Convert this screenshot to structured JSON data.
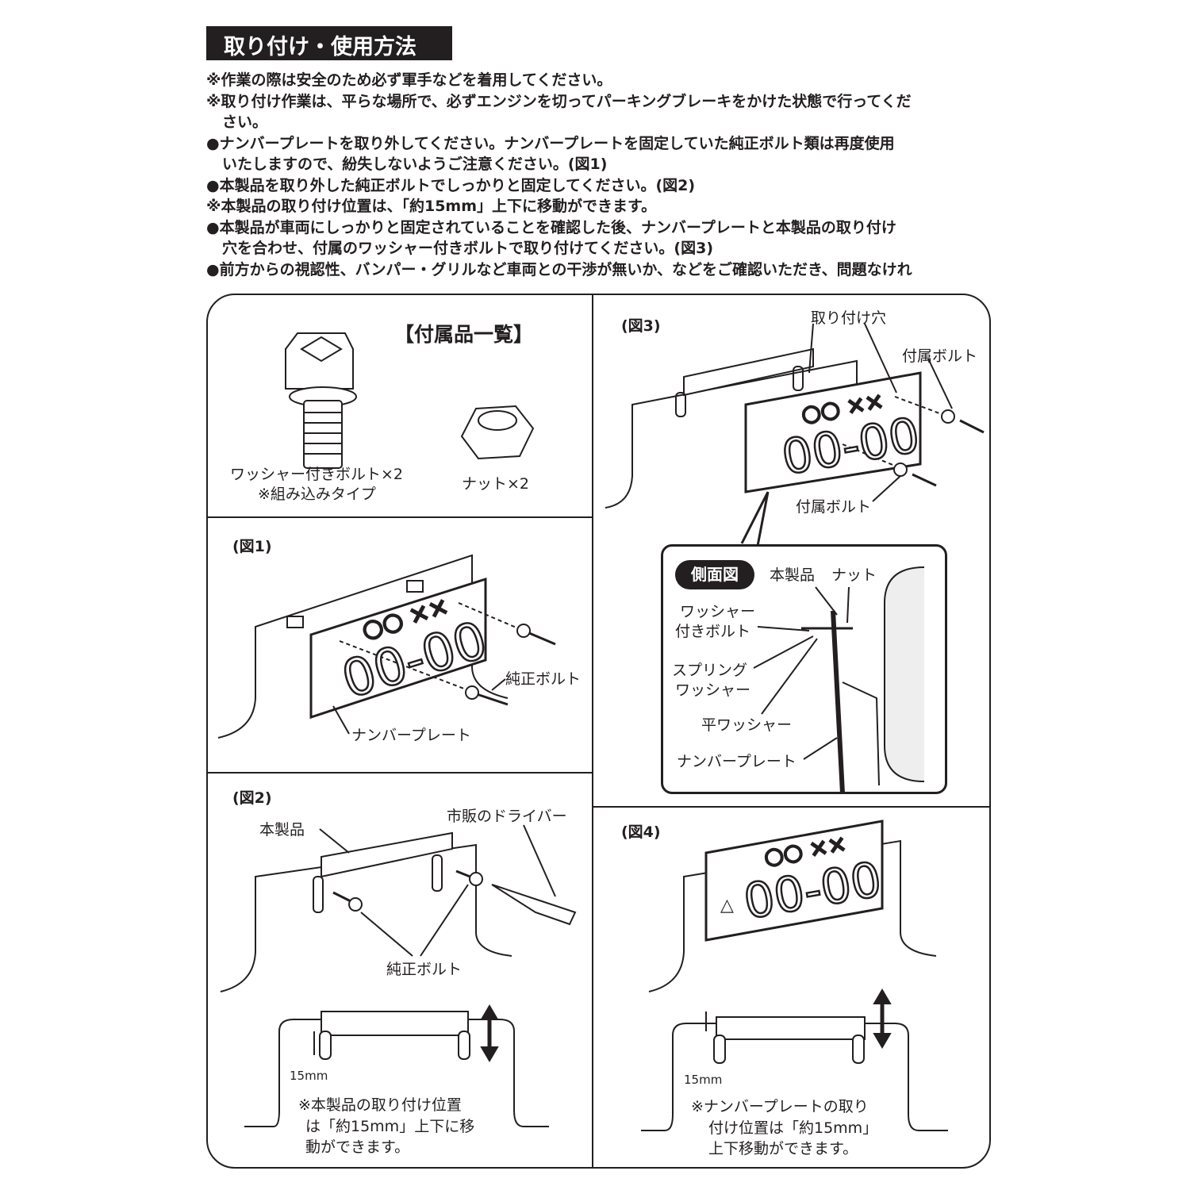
{
  "title": "取り付け・使用方法",
  "instructions": [
    "※作業の際は安全のため必ず軍手などを着用してください。",
    "※取り付け作業は、平らな場所で、必ずエンジンを切ってパーキングブレーキをかけた状態で行ってくだ",
    "さい。",
    "●ナンバープレートを取り外してください。ナンバープレートを固定していた純正ボルト類は再度使用",
    "いたしますので、紛失しないようご注意ください。(図1)",
    "●本製品を取り外した純正ボルトでしっかりと固定してください。(図2)",
    "※本製品の取り付け位置は、「約15mm」上下に移動ができます。",
    "●本製品が車両にしっかりと固定されていることを確認した後、ナンバープレートと本製品の取り付け",
    "穴を合わせ、付属のワッシャー付きボルトで取り付けてください。(図3)",
    "●前方からの視認性、バンパー・グリルなど車両との干渉が無いか、などをご確認いただき、問題なけれ"
  ],
  "accessories": {
    "heading": "【付属品一覧】",
    "bolt_label": "ワッシャー付きボルト×2",
    "bolt_note": "※組み込みタイプ",
    "nut_label": "ナット×2"
  },
  "plate": {
    "top": "○○ ××",
    "number": "00-00",
    "mark": "△"
  },
  "fig1": {
    "label": "(図1)",
    "bolt": "純正ボルト",
    "plate": "ナンバープレート"
  },
  "fig2": {
    "label": "(図2)",
    "product": "本製品",
    "driver": "市販のドライバー",
    "bolt": "純正ボルト",
    "dim": "15mm",
    "note": [
      "※本製品の取り付け位置",
      "は「約15mm」上下に移",
      "動ができます。"
    ]
  },
  "fig3": {
    "label": "(図3)",
    "hole": "取り付け穴",
    "bolt_a": "付属ボルト",
    "bolt_b": "付属ボルト",
    "side": {
      "badge": "側面図",
      "product": "本製品",
      "nut": "ナット",
      "washer_bolt_1": "ワッシャー",
      "washer_bolt_2": "付きボルト",
      "spring_1": "スプリング",
      "spring_2": "ワッシャー",
      "flat": "平ワッシャー",
      "plate": "ナンバープレート"
    }
  },
  "fig4": {
    "label": "(図4)",
    "dim": "15mm",
    "note": [
      "※ナンバープレートの取り",
      "付け位置は「約15mm」",
      "上下移動ができます。"
    ]
  }
}
